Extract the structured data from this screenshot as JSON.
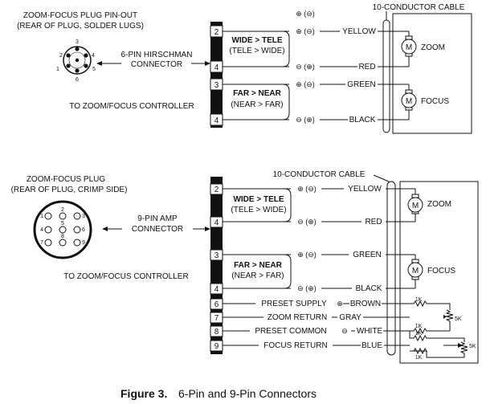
{
  "top": {
    "plug_title_1": "ZOOM-FOCUS PLUG PIN-OUT",
    "plug_title_2": "(REAR OF PLUG, SOLDER LUGS)",
    "plug_pins": [
      "1",
      "2",
      "3",
      "4",
      "5",
      "6"
    ],
    "connector_label_1": "6-PIN HIRSCHMAN",
    "connector_label_2": "CONNECTOR",
    "controller_label": "TO ZOOM/FOCUS CONTROLLER",
    "strip_pins": [
      "2",
      "4",
      "3",
      "4"
    ],
    "group_wide_1": "WIDE > TELE",
    "group_wide_2": "(TELE > WIDE)",
    "group_far_1": "FAR > NEAR",
    "group_far_2": "(NEAR > FAR)",
    "polarity_header": "⊕ (⊖)",
    "wires": [
      {
        "polarity": "⊕ (⊖)",
        "color": "YELLOW"
      },
      {
        "polarity": "⊖ (⊕)",
        "color": "RED"
      },
      {
        "polarity": "⊕ (⊖)",
        "color": "GREEN"
      },
      {
        "polarity": "⊖ (⊕)",
        "color": "BLACK"
      }
    ],
    "cable_label": "10-CONDUCTOR CABLE",
    "motor_symbol": "M",
    "zoom_label": "ZOOM",
    "focus_label": "FOCUS"
  },
  "bottom": {
    "plug_title_1": "ZOOM-FOCUS PLUG",
    "plug_title_2": "(REAR OF PLUG, CRIMP SIDE)",
    "plug_pins": [
      "1",
      "2",
      "3",
      "4",
      "5",
      "6",
      "7",
      "8",
      "9"
    ],
    "connector_label_1": "9-PIN AMP",
    "connector_label_2": "CONNECTOR",
    "controller_label": "TO ZOOM/FOCUS CONTROLLER",
    "cable_label": "10-CONDUCTOR CABLE",
    "strip_pins": [
      "2",
      "4",
      "3",
      "4",
      "6",
      "7",
      "8",
      "9"
    ],
    "group_wide_1": "WIDE > TELE",
    "group_wide_2": "(TELE > WIDE)",
    "group_far_1": "FAR > NEAR",
    "group_far_2": "(NEAR > FAR)",
    "wires": [
      {
        "polarity": "⊕ (⊖)",
        "color": "YELLOW"
      },
      {
        "polarity": "⊖ (⊕)",
        "color": "RED"
      },
      {
        "polarity": "⊕ (⊖)",
        "color": "GREEN"
      },
      {
        "polarity": "⊖ (⊕)",
        "color": "BLACK"
      }
    ],
    "extra_wires": [
      {
        "label": "PRESET SUPPLY",
        "symbol": "⊕",
        "color": "BROWN"
      },
      {
        "label": "ZOOM RETURN",
        "symbol": "",
        "color": "GRAY"
      },
      {
        "label": "PRESET COMMON",
        "symbol": "⊖",
        "color": "WHITE"
      },
      {
        "label": "FOCUS RETURN",
        "symbol": "",
        "color": "BLUE"
      }
    ],
    "resistor_1k": "1K",
    "resistor_5k": "5K",
    "motor_symbol": "M",
    "zoom_label": "ZOOM",
    "focus_label": "FOCUS"
  },
  "caption": {
    "figure": "Figure 3.",
    "text": "6-Pin and 9-Pin Connectors"
  }
}
